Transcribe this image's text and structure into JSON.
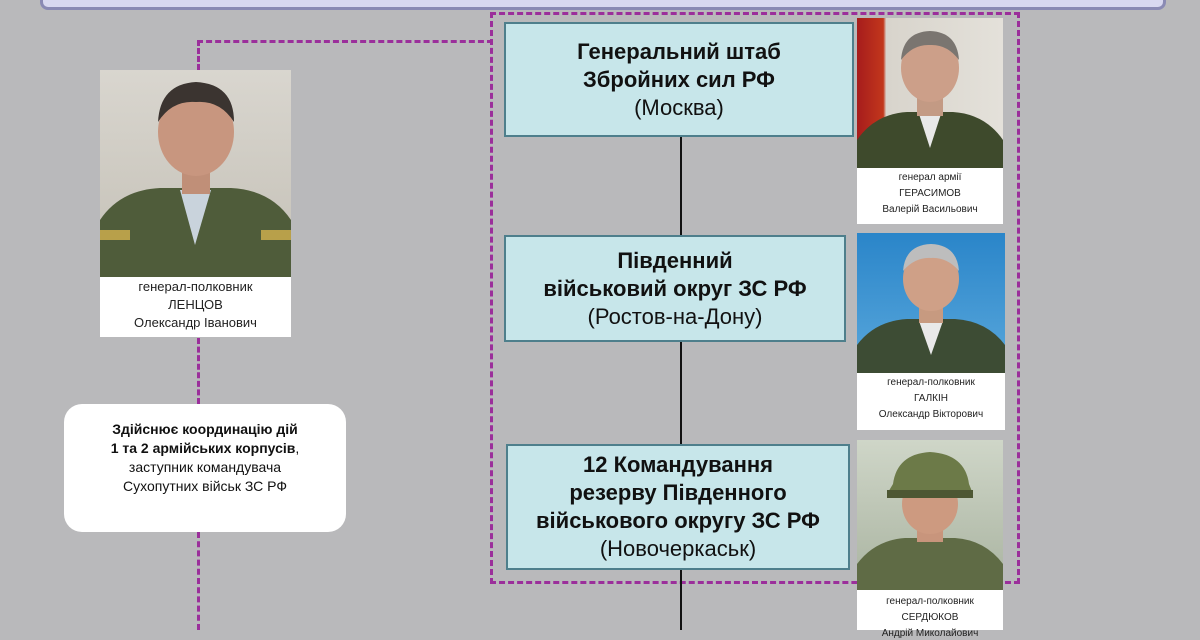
{
  "hq": {
    "line1": "Генеральний штаб",
    "line2": "Збройних сил РФ",
    "location": "(Москва)"
  },
  "southern_district": {
    "line1": "Південний",
    "line2": "військовий округ ЗС РФ",
    "location": "(Ростов-на-Дону)"
  },
  "reserve_command": {
    "line1": "12 Командування",
    "line2": "резерву Південного",
    "line3": "військового округу ЗС РФ",
    "location": "(Новочеркаськ)"
  },
  "persons": {
    "lentsov": {
      "rank": "генерал-полковник",
      "surname": "ЛЕНЦОВ",
      "name": "Олександр Іванович"
    },
    "gerasimov": {
      "rank": "генерал армії",
      "surname": "ГЕРАСИМОВ",
      "name": "Валерій Васильович"
    },
    "galkin": {
      "rank": "генерал-полковник",
      "surname": "ГАЛКІН",
      "name": "Олександр Вікторович"
    },
    "serdyukov": {
      "rank": "генерал-полковник",
      "surname": "СЕРДЮКОВ",
      "name": "Андрій Миколайович"
    }
  },
  "note": {
    "bold1": "Здійснює координацію дій",
    "bold2": "1 та 2 армійських корпусів",
    "bold2_suffix": ",",
    "line3": "заступник командувача",
    "line4": "Сухопутних військ ЗС РФ"
  },
  "colors": {
    "background": "#b9b9bb",
    "box_fill": "#c7e6ea",
    "box_border": "#4e7f8c",
    "dashed": "#9b2f9b"
  }
}
